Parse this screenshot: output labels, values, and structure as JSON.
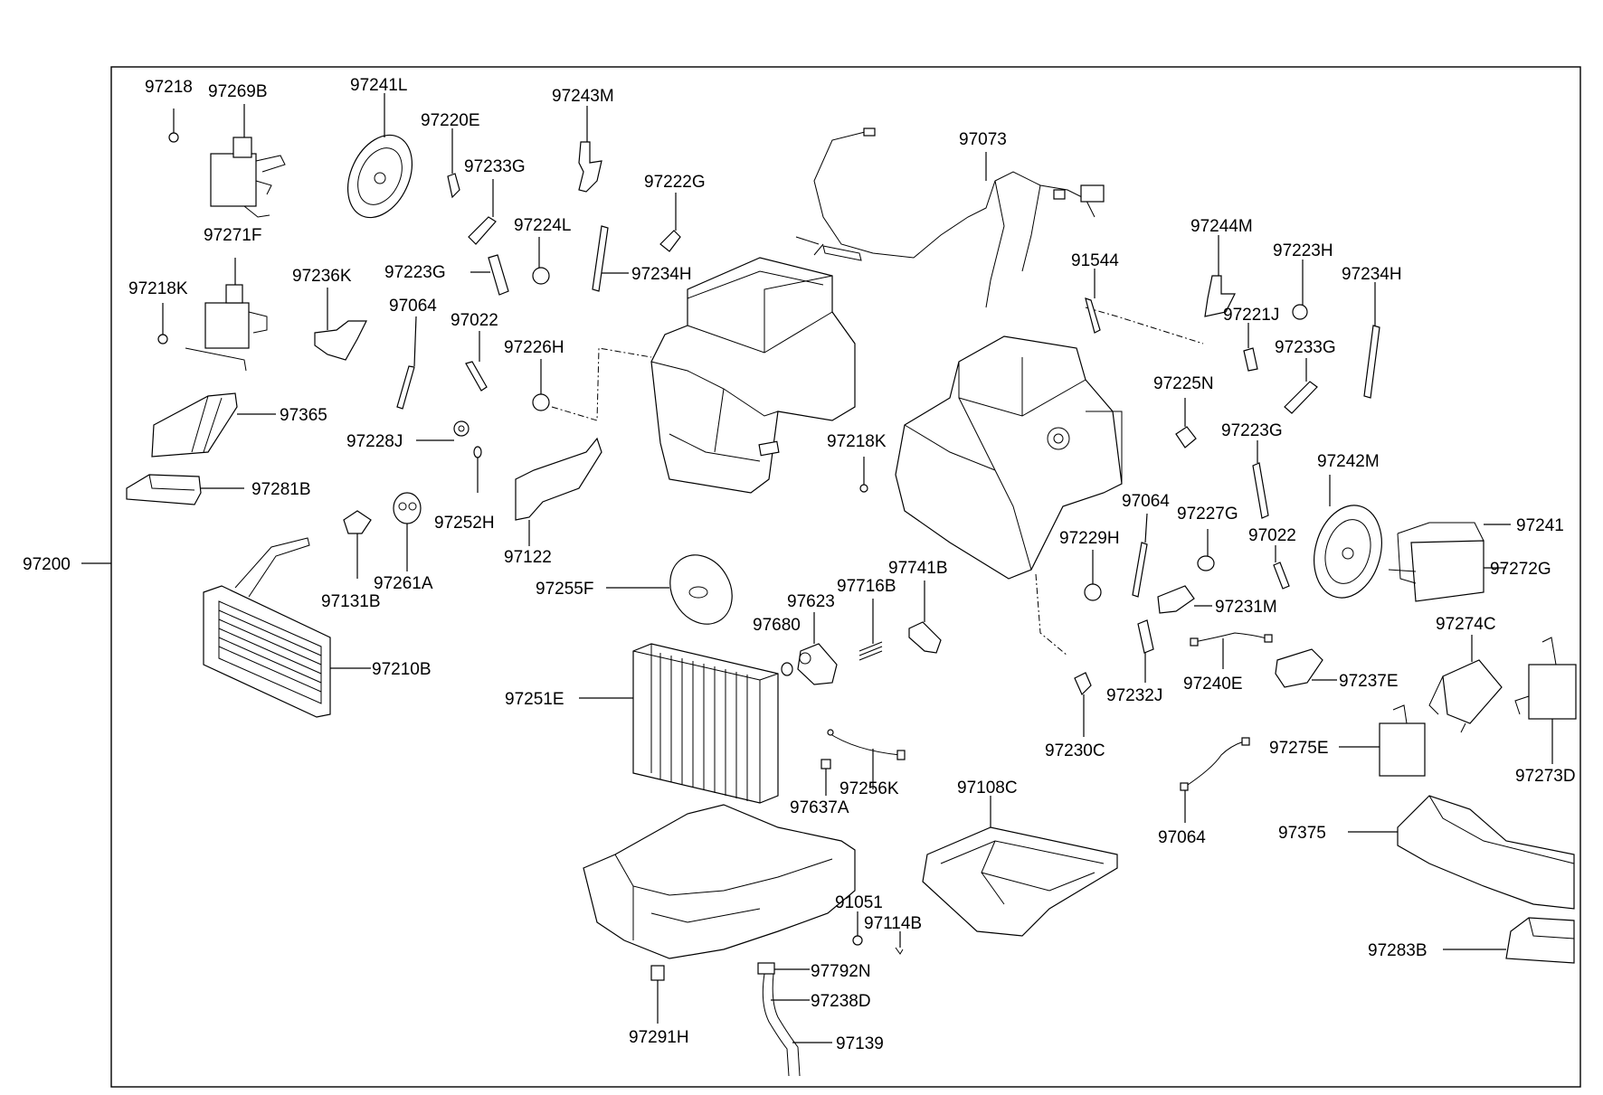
{
  "assembly_label": "97200",
  "labels": [
    "97218",
    "97269B",
    "97241L",
    "97220E",
    "97243M",
    "97233G",
    "97222G",
    "97073",
    "97271F",
    "97224L",
    "97223G",
    "97234H",
    "97236K",
    "97218K",
    "97064",
    "97022",
    "97226H",
    "97365",
    "97228J",
    "97281B",
    "97252H",
    "97122",
    "97131B",
    "97261A",
    "97255F",
    "97210B",
    "97251E",
    "97680",
    "97623",
    "97716B",
    "97741B",
    "97218K",
    "97637A",
    "97256K",
    "91051",
    "97114B",
    "97792N",
    "97238D",
    "97291H",
    "97139",
    "97108C",
    "91544",
    "97244M",
    "97223H",
    "97234H",
    "97221J",
    "97233G",
    "97225N",
    "97223G",
    "97064",
    "97227G",
    "97022",
    "97229H",
    "97231M",
    "97242M",
    "97241",
    "97272G",
    "97232J",
    "97240E",
    "97237E",
    "97230C",
    "97274C",
    "97275E",
    "97273D",
    "97064",
    "97375",
    "97283B"
  ]
}
